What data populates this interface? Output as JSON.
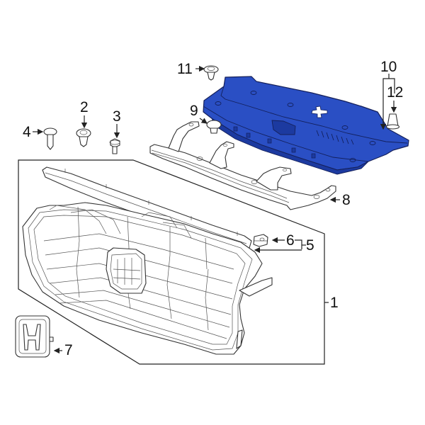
{
  "diagram": {
    "title": "Grille Assembly Parts Diagram",
    "highlight_color": "#2a4fc4",
    "line_color": "#222222",
    "callouts": [
      {
        "id": "1",
        "label": "1",
        "part": "grille-assembly"
      },
      {
        "id": "2",
        "label": "2",
        "part": "clip"
      },
      {
        "id": "3",
        "label": "3",
        "part": "bolt"
      },
      {
        "id": "4",
        "label": "4",
        "part": "push-pin"
      },
      {
        "id": "5",
        "label": "5",
        "part": "upper-molding"
      },
      {
        "id": "6",
        "label": "6",
        "part": "retainer-clip"
      },
      {
        "id": "7",
        "label": "7",
        "part": "emblem"
      },
      {
        "id": "8",
        "label": "8",
        "part": "support-bracket"
      },
      {
        "id": "9",
        "label": "9",
        "part": "push-retainer"
      },
      {
        "id": "10",
        "label": "10",
        "part": "radiator-support-cover-highlighted"
      },
      {
        "id": "11",
        "label": "11",
        "part": "clip"
      },
      {
        "id": "12",
        "label": "12",
        "part": "retainer-nut"
      }
    ]
  }
}
